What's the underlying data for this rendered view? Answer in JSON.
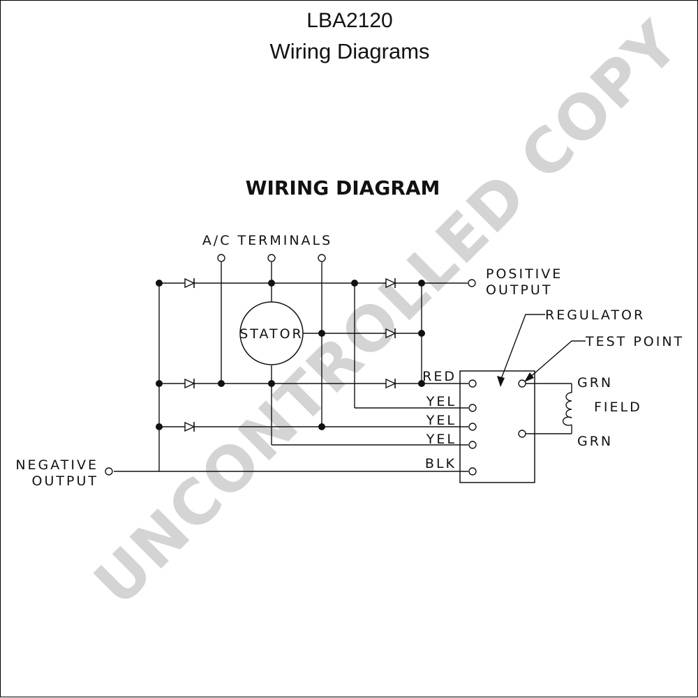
{
  "title": {
    "line1": "LBA2120",
    "line2": "Wiring Diagrams"
  },
  "watermark": "UNCONTROLLED COPY",
  "diagram": {
    "heading": "WIRING DIAGRAM",
    "labels": {
      "ac_terminals": "A/C TERMINALS",
      "positive_output_1": "POSITIVE",
      "positive_output_2": "OUTPUT",
      "negative_output_1": "NEGATIVE",
      "negative_output_2": "OUTPUT",
      "stator": "STATOR",
      "regulator": "REGULATOR",
      "test_point": "TEST POINT",
      "field": "FIELD",
      "wire_red": "RED",
      "wire_yel_1": "YEL",
      "wire_yel_2": "YEL",
      "wire_yel_3": "YEL",
      "wire_blk": "BLK",
      "wire_grn_1": "GRN",
      "wire_grn_2": "GRN"
    }
  }
}
